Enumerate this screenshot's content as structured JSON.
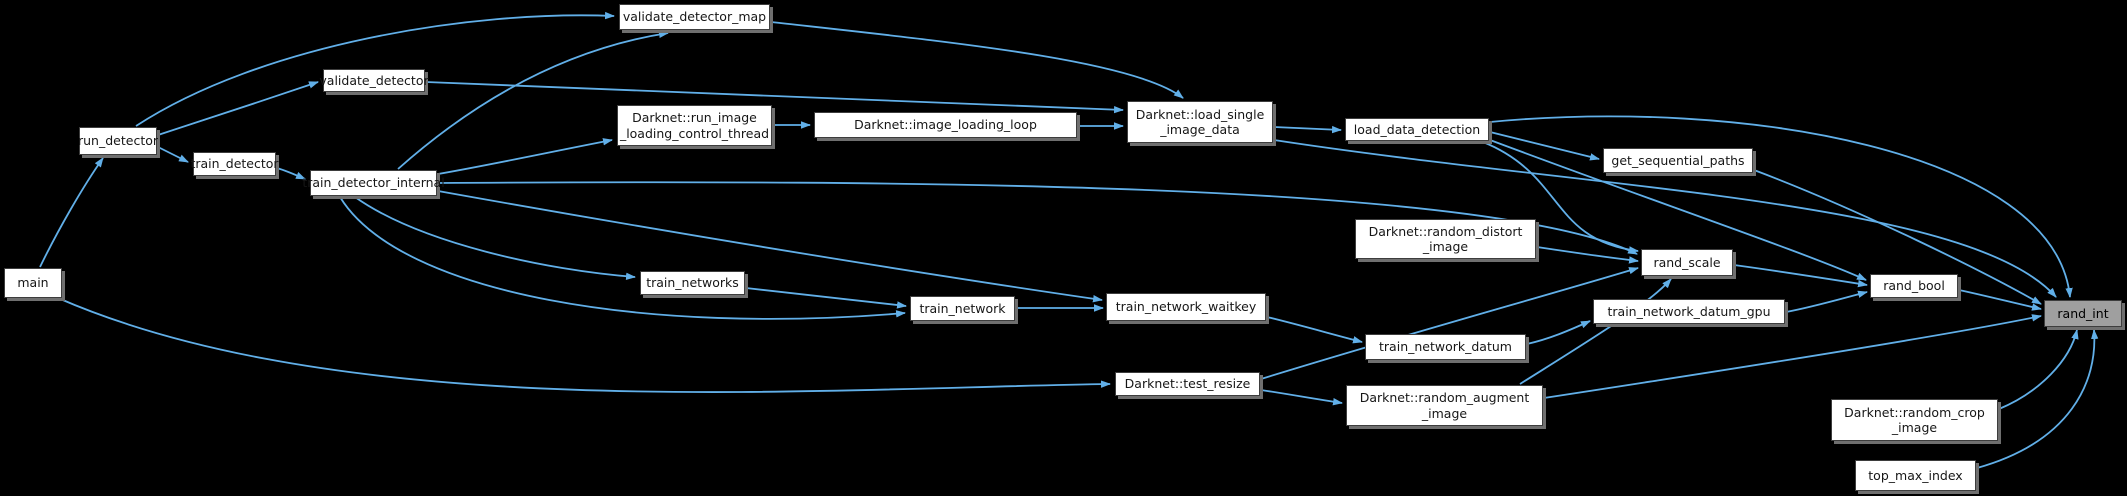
{
  "graph": {
    "target_function": "rand_int",
    "colors": {
      "edge": "#61afe8",
      "node_background": "#ffffff",
      "node_border": "#3d3d3d",
      "node_shadow": "#6f6f6f",
      "current_node_background": "#9f9f9f",
      "background": "#000000"
    },
    "nodes": [
      {
        "id": "main",
        "label": "main",
        "current": false
      },
      {
        "id": "run_detector",
        "label": "run_detector",
        "current": false
      },
      {
        "id": "train_detector",
        "label": "train_detector",
        "current": false
      },
      {
        "id": "validate_detector",
        "label": "validate_detector",
        "current": false
      },
      {
        "id": "validate_detector_map",
        "label": "validate_detector_map",
        "current": false
      },
      {
        "id": "train_detector_internal",
        "label": "train_detector_internal",
        "current": false
      },
      {
        "id": "run_image_loading_control_thread",
        "label": "Darknet::run_image\n_loading_control_thread",
        "current": false
      },
      {
        "id": "image_loading_loop",
        "label": "Darknet::image_loading_loop",
        "current": false
      },
      {
        "id": "load_single_image_data",
        "label": "Darknet::load_single\n_image_data",
        "current": false
      },
      {
        "id": "load_data_detection",
        "label": "load_data_detection",
        "current": false
      },
      {
        "id": "get_sequential_paths",
        "label": "get_sequential_paths",
        "current": false
      },
      {
        "id": "rand_scale",
        "label": "rand_scale",
        "current": false
      },
      {
        "id": "rand_bool",
        "label": "rand_bool",
        "current": false
      },
      {
        "id": "rand_int",
        "label": "rand_int",
        "current": true
      },
      {
        "id": "random_distort_image",
        "label": "Darknet::random_distort\n_image",
        "current": false
      },
      {
        "id": "train_network_datum_gpu",
        "label": "train_network_datum_gpu",
        "current": false
      },
      {
        "id": "train_network_datum",
        "label": "train_network_datum",
        "current": false
      },
      {
        "id": "train_networks",
        "label": "train_networks",
        "current": false
      },
      {
        "id": "train_network",
        "label": "train_network",
        "current": false
      },
      {
        "id": "train_network_waitkey",
        "label": "train_network_waitkey",
        "current": false
      },
      {
        "id": "test_resize",
        "label": "Darknet::test_resize",
        "current": false
      },
      {
        "id": "random_augment_image",
        "label": "Darknet::random_augment\n_image",
        "current": false
      },
      {
        "id": "random_crop_image",
        "label": "Darknet::random_crop\n_image",
        "current": false
      },
      {
        "id": "top_max_index",
        "label": "top_max_index",
        "current": false
      }
    ],
    "edges": [
      {
        "from": "main",
        "to": "run_detector"
      },
      {
        "from": "main",
        "to": "test_resize"
      },
      {
        "from": "run_detector",
        "to": "validate_detector_map"
      },
      {
        "from": "run_detector",
        "to": "validate_detector"
      },
      {
        "from": "run_detector",
        "to": "train_detector"
      },
      {
        "from": "train_detector",
        "to": "train_detector_internal"
      },
      {
        "from": "train_detector_internal",
        "to": "validate_detector_map"
      },
      {
        "from": "train_detector_internal",
        "to": "run_image_loading_control_thread"
      },
      {
        "from": "train_detector_internal",
        "to": "rand_scale"
      },
      {
        "from": "train_detector_internal",
        "to": "train_networks"
      },
      {
        "from": "train_detector_internal",
        "to": "train_network"
      },
      {
        "from": "train_detector_internal",
        "to": "train_network_waitkey"
      },
      {
        "from": "validate_detector",
        "to": "load_single_image_data"
      },
      {
        "from": "validate_detector_map",
        "to": "load_single_image_data"
      },
      {
        "from": "run_image_loading_control_thread",
        "to": "image_loading_loop"
      },
      {
        "from": "image_loading_loop",
        "to": "load_single_image_data"
      },
      {
        "from": "load_single_image_data",
        "to": "load_data_detection"
      },
      {
        "from": "load_single_image_data",
        "to": "rand_int"
      },
      {
        "from": "load_data_detection",
        "to": "get_sequential_paths"
      },
      {
        "from": "load_data_detection",
        "to": "rand_scale"
      },
      {
        "from": "load_data_detection",
        "to": "rand_bool"
      },
      {
        "from": "load_data_detection",
        "to": "rand_int"
      },
      {
        "from": "get_sequential_paths",
        "to": "rand_int"
      },
      {
        "from": "random_distort_image",
        "to": "rand_scale"
      },
      {
        "from": "rand_scale",
        "to": "rand_bool"
      },
      {
        "from": "rand_bool",
        "to": "rand_int"
      },
      {
        "from": "train_networks",
        "to": "train_network"
      },
      {
        "from": "train_network",
        "to": "train_network_waitkey"
      },
      {
        "from": "train_network_waitkey",
        "to": "train_network_datum"
      },
      {
        "from": "train_network_datum",
        "to": "train_network_datum_gpu"
      },
      {
        "from": "train_network_datum_gpu",
        "to": "rand_bool"
      },
      {
        "from": "test_resize",
        "to": "rand_scale"
      },
      {
        "from": "test_resize",
        "to": "random_augment_image"
      },
      {
        "from": "random_augment_image",
        "to": "rand_scale"
      },
      {
        "from": "random_augment_image",
        "to": "rand_int"
      },
      {
        "from": "random_crop_image",
        "to": "rand_int"
      },
      {
        "from": "top_max_index",
        "to": "rand_int"
      }
    ]
  }
}
